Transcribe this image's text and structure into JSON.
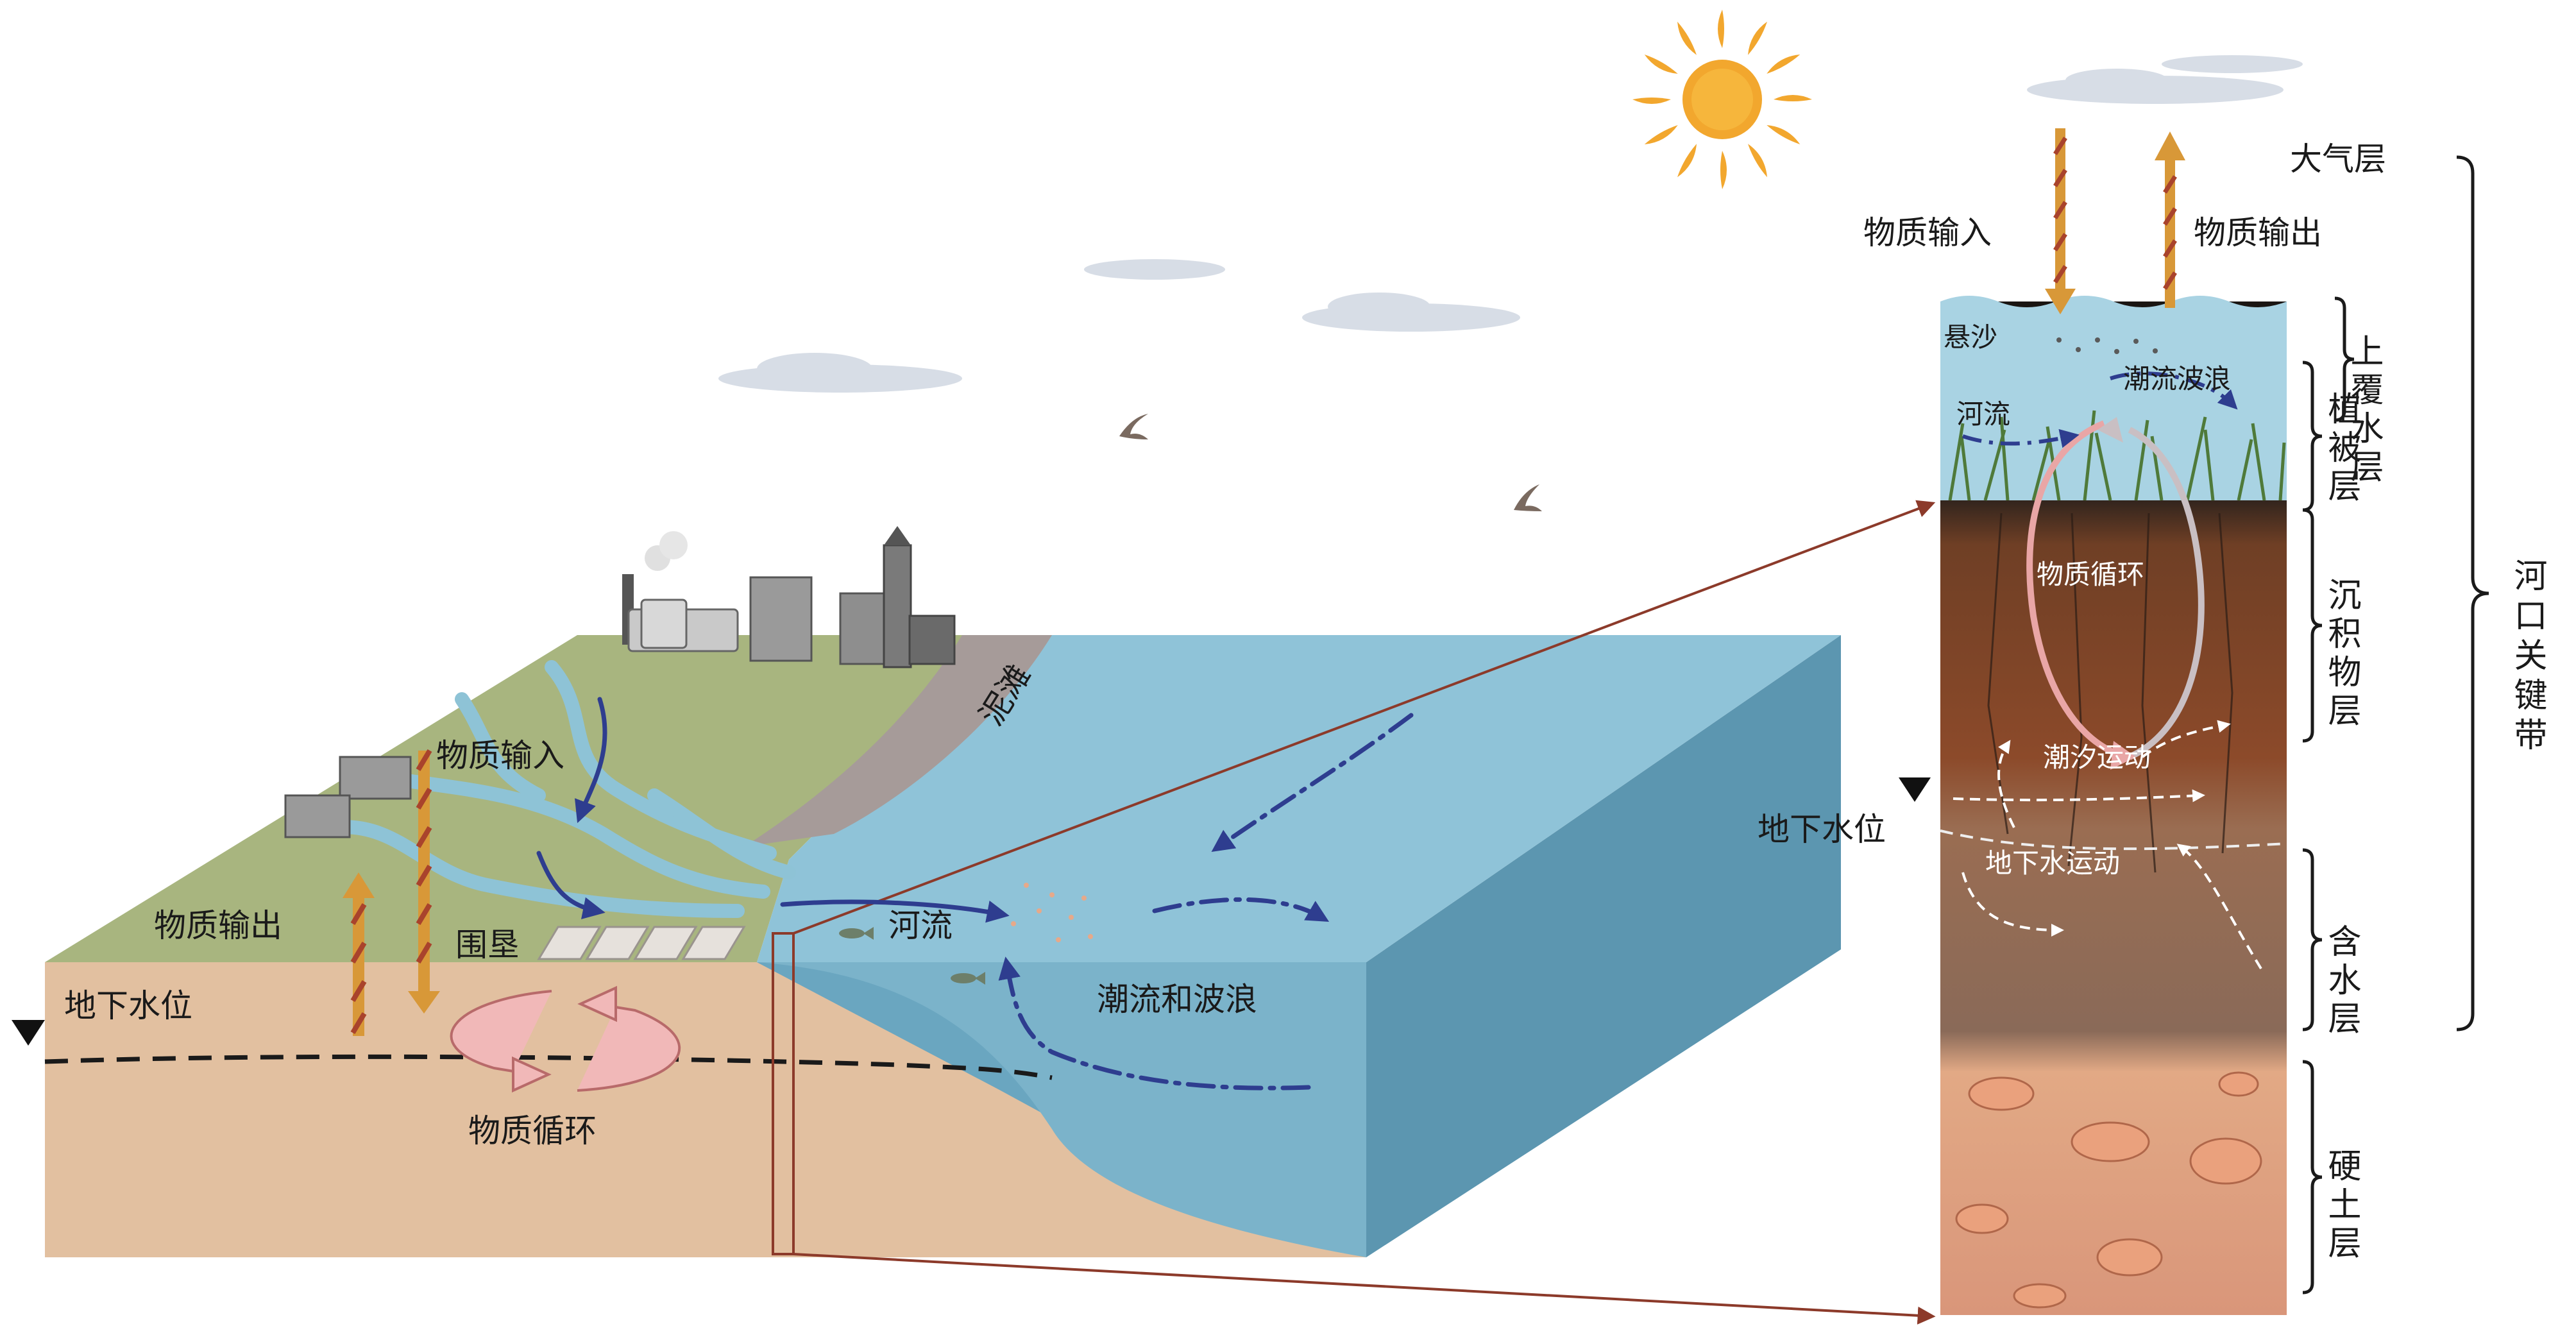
{
  "colors": {
    "sky": "#ffffff",
    "land_top": "#a8b57f",
    "land_side": "#e2c0a0",
    "water_top": "#8fc3d8",
    "water_side": "#6aa6c0",
    "mudflat": "#a69b99",
    "arrow_orange": "#d89838",
    "arrow_red": "#a9432c",
    "cycle_pink": "#e9a6a6",
    "flow_blue": "#2e3d8f",
    "connector": "#8c3a2a"
  },
  "icons": [
    "sun-icon",
    "cloud-icon",
    "bird-icon",
    "factory-icon",
    "building-icon",
    "fish-icon",
    "water-table-marker-icon"
  ],
  "landscape": {
    "material_input": "物质输入",
    "material_output": "物质输出",
    "reclamation": "围垦",
    "groundwater_level": "地下水位",
    "material_cycle": "物质循环",
    "mudflat": "泥滩",
    "river": "河流",
    "tide_wave": "潮流和波浪"
  },
  "column": {
    "material_input": "物质输入",
    "material_output": "物质输出",
    "suspended_sediment": "悬沙",
    "tide_wave": "潮流波浪",
    "river": "河流",
    "material_cycle": "物质循环",
    "tidal_motion": "潮汐运动",
    "groundwater_level": "地下水位",
    "groundwater_motion": "地下水运动"
  },
  "layers": {
    "atmosphere": "大气层",
    "overlying_water": "上覆水层",
    "vegetation": "植被层",
    "sediment": "沉积物层",
    "aquifer": "含水层",
    "hardpan": "硬土层",
    "critical_zone": "河口关键带"
  }
}
